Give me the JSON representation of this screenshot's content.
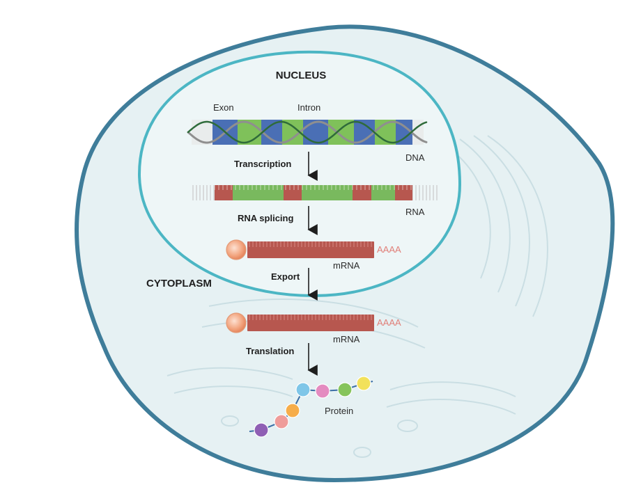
{
  "labels": {
    "nucleus": "NUCLEUS",
    "cytoplasm": "CYTOPLASM",
    "exon": "Exon",
    "intron": "Intron",
    "dna": "DNA",
    "rna": "RNA",
    "mrna_nucleus": "mRNA",
    "mrna_cytoplasm": "mRNA",
    "poly_a_nucleus": "AAAA",
    "poly_a_cytoplasm": "AAAA",
    "protein": "Protein"
  },
  "steps": {
    "transcription": "Transcription",
    "rna_splicing": "RNA splicing",
    "export": "Export",
    "translation": "Translation"
  },
  "colors": {
    "cell_fill": "#e6f1f3",
    "cell_border": "#3f7d9a",
    "nucleus_fill": "#eef6f7",
    "nucleus_border": "#4cb6c4",
    "exon": "#4a6fb5",
    "intron": "#7fc15a",
    "rna_exon": "#b7574f",
    "rna_intron": "#79b95e",
    "mrna": "#b7574f",
    "cap": "#f2a37d",
    "poly_a": "#e07f78"
  },
  "protein_beads": [
    "#8f5fb4",
    "#ef9c9a",
    "#f6ad4a",
    "#7fc6e8",
    "#e48bc0",
    "#86c45b",
    "#f2e15a"
  ]
}
